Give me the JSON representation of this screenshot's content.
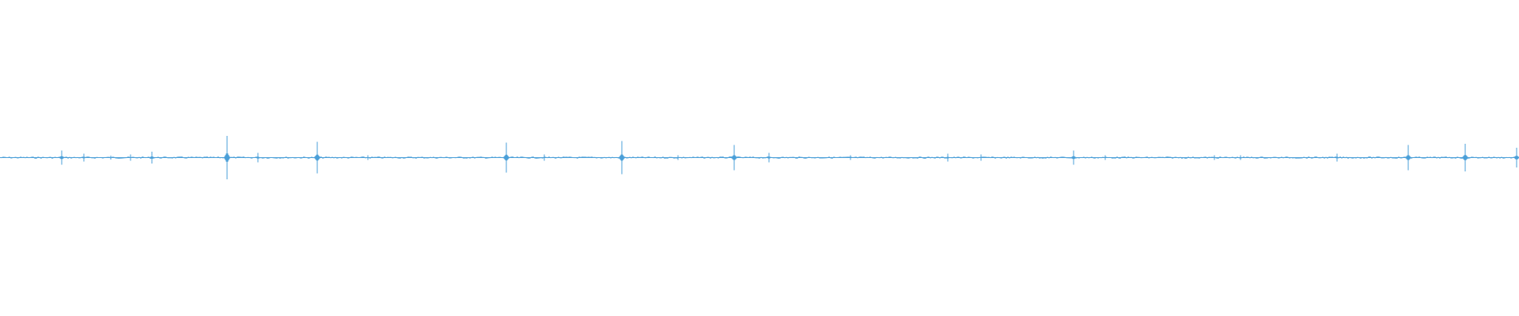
{
  "waveform": {
    "color": "#4a9fd8",
    "background": "#ffffff",
    "baseline_amplitude": 0.02,
    "peak_amplitudes": [
      0.18,
      0.1,
      0.05,
      0.08,
      0.15,
      0.55,
      0.12,
      0.4,
      0.06,
      0.38,
      0.08,
      0.42,
      0.06,
      0.32,
      0.12,
      0.06,
      0.1,
      0.08,
      0.18,
      0.06,
      0.06,
      0.06,
      0.1,
      0.32,
      0.35,
      0.25
    ]
  }
}
